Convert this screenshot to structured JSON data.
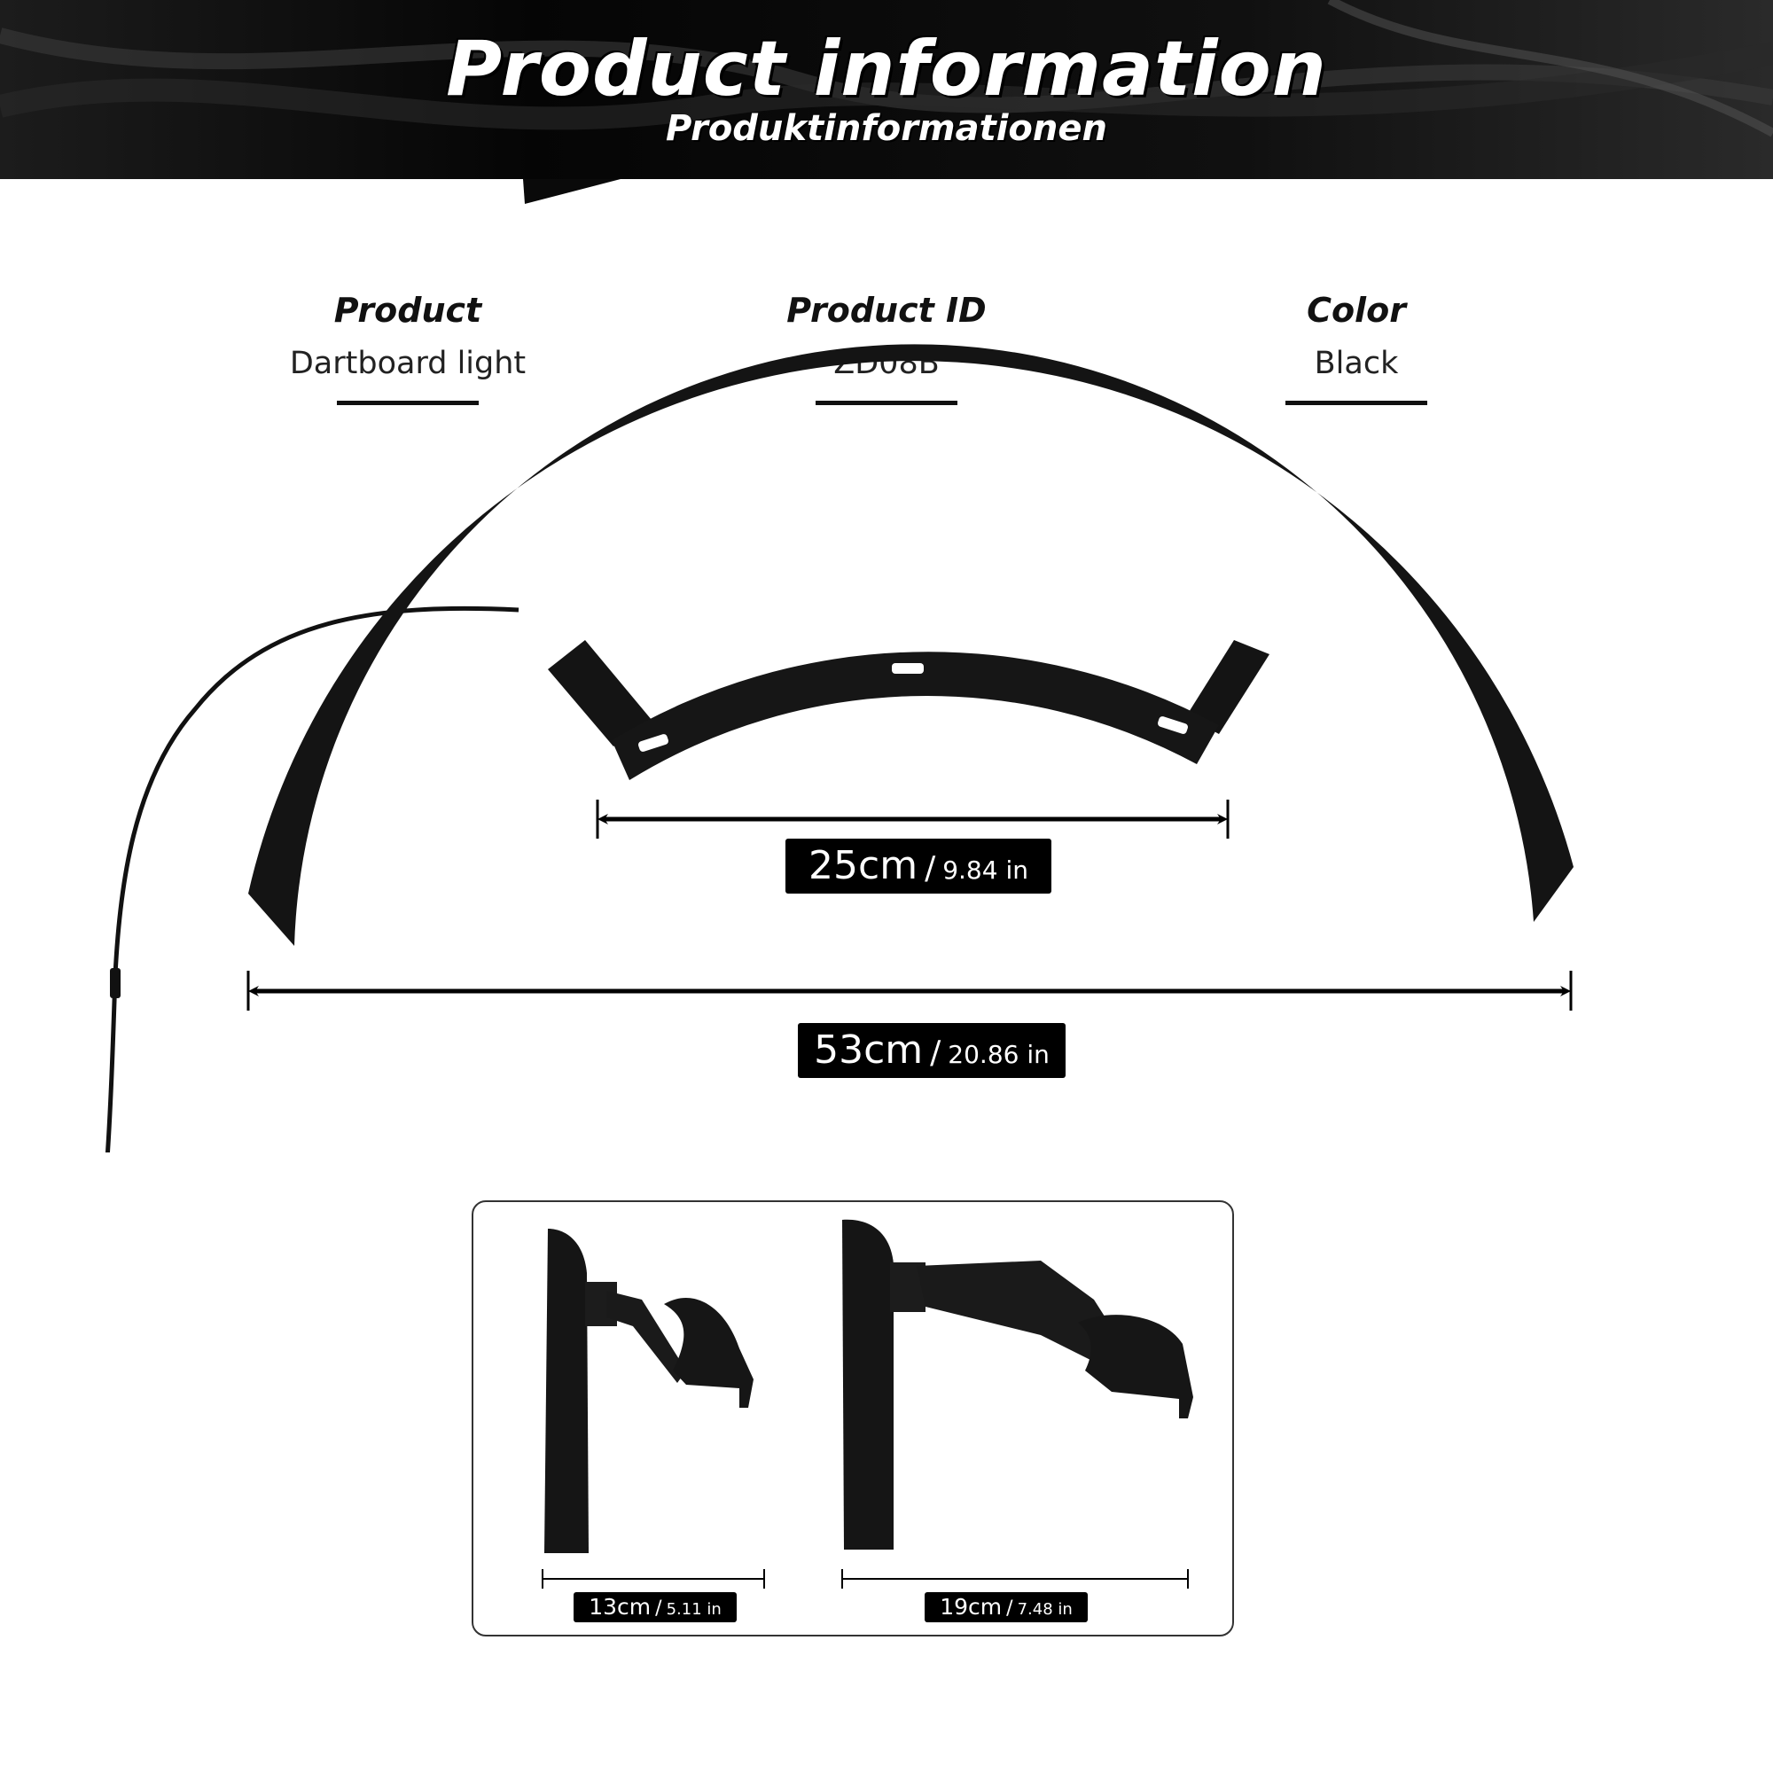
{
  "header": {
    "title": "Product information",
    "subtitle": "Produktinformationen"
  },
  "info": [
    {
      "label": "Product",
      "value": "Dartboard light"
    },
    {
      "label": "Product ID",
      "value": "ZD08B"
    },
    {
      "label": "Color",
      "value": "Black"
    }
  ],
  "dimensions": {
    "inner_span": {
      "metric": "25cm",
      "imperial": "9.84 in"
    },
    "outer_span": {
      "metric": "53cm",
      "imperial": "20.86 in"
    },
    "side_small": {
      "metric": "13cm",
      "imperial": "5.11 in"
    },
    "side_large": {
      "metric": "19cm",
      "imperial": "7.48 in"
    }
  },
  "colors": {
    "banner": "#0a0a0a",
    "product": "#111111",
    "text": "#222222"
  }
}
